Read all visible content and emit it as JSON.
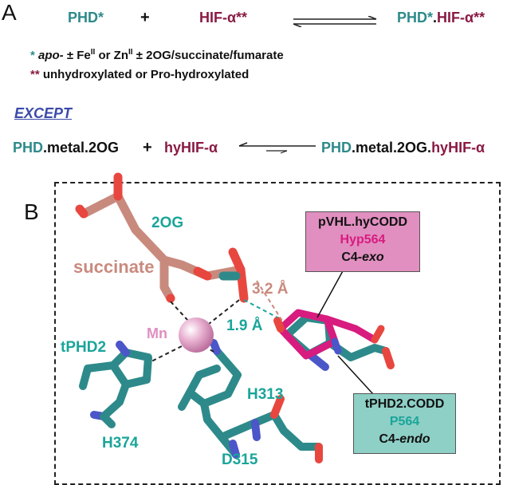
{
  "panel_a": {
    "letter": "A",
    "equation1": {
      "left": "PHD*",
      "plus": "+",
      "middle": "HIF-α**",
      "right_a": "PHD*",
      "right_dot": ".",
      "right_b": "HIF-α**"
    },
    "note1_star": "*",
    "note1_text_a": "apo-",
    "note1_text_b": " ± Fe",
    "note1_sup1": "II",
    "note1_text_c": " or Zn",
    "note1_sup2": "II",
    "note1_text_d": " ± 2OG/succinate/fumarate",
    "note2_star": "**",
    "note2_text": " unhydroxylated or Pro-hydroxylated",
    "except": "EXCEPT",
    "equation2": {
      "left_a": "PHD",
      "left_b": ".metal.2OG",
      "plus": "+",
      "middle": "hyHIF-α",
      "right_a": "PHD",
      "right_b": ".metal.2OG.",
      "right_c": "hyHIF-α"
    }
  },
  "panel_b": {
    "letter": "B",
    "labels": {
      "2og": "2OG",
      "succinate": "succinate",
      "mn": "Mn",
      "tphd2": "tPHD2",
      "h374": "H374",
      "h313": "H313",
      "d315": "D315",
      "dist_32": "3.2 Å",
      "dist_19": "1.9 Å"
    },
    "box_pvhl": {
      "line1": "pVHL.hyCODD",
      "line2": "Hyp564",
      "line3a": "C4-",
      "line3b": "exo"
    },
    "box_tphd2": {
      "line1": "tPHD2.CODD",
      "line2": "P564",
      "line3a": "C4-",
      "line3b": "endo"
    }
  },
  "colors": {
    "teal": "#2e8a8a",
    "wine": "#8a1a44",
    "label_teal": "#1aa59a",
    "succinate_pink": "#c98a7e",
    "magenta": "#d81b7f",
    "mn_pink": "#e4a2c8",
    "oxygen_red": "#e8473f",
    "nitrogen_blue": "#4b56c8",
    "pvhl_box": "#e08fc0",
    "tphd2_box": "#8ecfc6"
  }
}
